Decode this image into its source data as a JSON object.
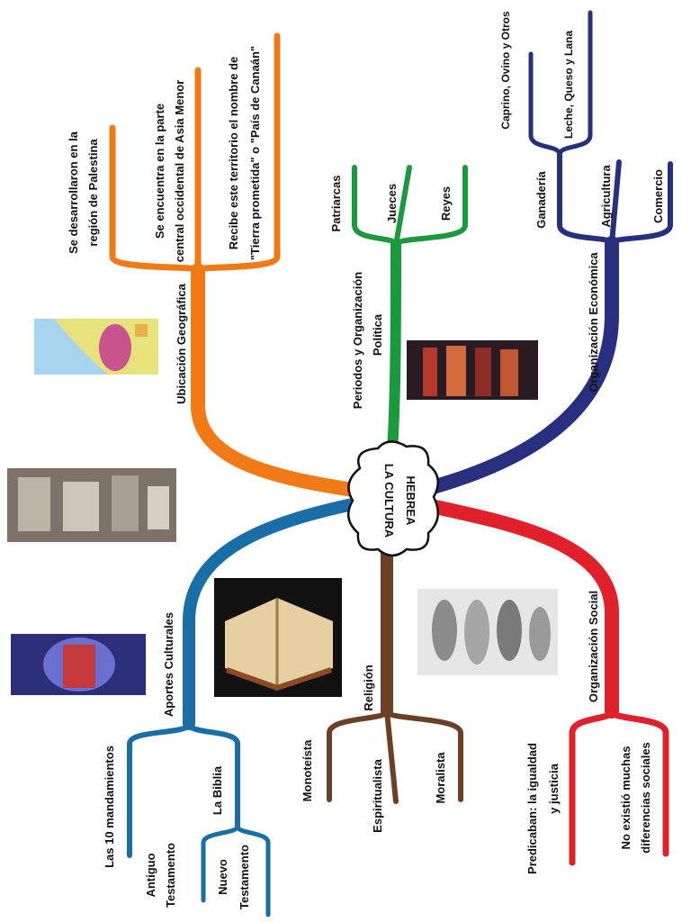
{
  "center": {
    "line1": "LA CULTURA",
    "line2": "HEBREA"
  },
  "colors": {
    "geografia": "#f07a16",
    "politica": "#1a9a3c",
    "economia": "#27307f",
    "social": "#e0202a",
    "religion": "#6b4024",
    "cultura": "#1a6ea8"
  },
  "geografia": {
    "label": "Ubicación Geográfica",
    "items": [
      {
        "line1": "Se desarrollaron en la",
        "line2": "región de Palestina"
      },
      {
        "line1": "Se encuentra en la parte",
        "line2": "central occidental de Asia Menor"
      },
      {
        "line1": "Recibe este territorio el nombre de",
        "line2": "\"Tierra prometida\" o \"País de Canaán\""
      }
    ]
  },
  "politica": {
    "label_line1": "Periodos y Organización",
    "label_line2": "Política",
    "items": [
      "Patriarcas",
      "Jueces",
      "Reyes"
    ]
  },
  "economia": {
    "label": "Organización Económica",
    "items": [
      "Ganadería",
      "Agricultura",
      "Comercio"
    ],
    "ganaderia": [
      "Caprino, Ovino y Otros",
      "Leche, Queso y Lana"
    ]
  },
  "social": {
    "label": "Organización Social",
    "items": [
      {
        "line1": "Predicaban: la igualdad",
        "line2": "y justicia"
      },
      {
        "line1": "No existió muchas",
        "line2": "diferencias sociales"
      }
    ]
  },
  "religion": {
    "label": "Religión",
    "items": [
      "Monoteísta",
      "Espiritualista",
      "Moralista"
    ]
  },
  "cultura": {
    "label": "Aportes Culturales",
    "mandamientos": "Las 10 mandamientos",
    "biblia": "La Biblia",
    "antiguo": {
      "line1": "Antiguo",
      "line2": "Testamento"
    },
    "nuevo": {
      "line1": "Nuevo",
      "line2": "Testamento"
    }
  }
}
